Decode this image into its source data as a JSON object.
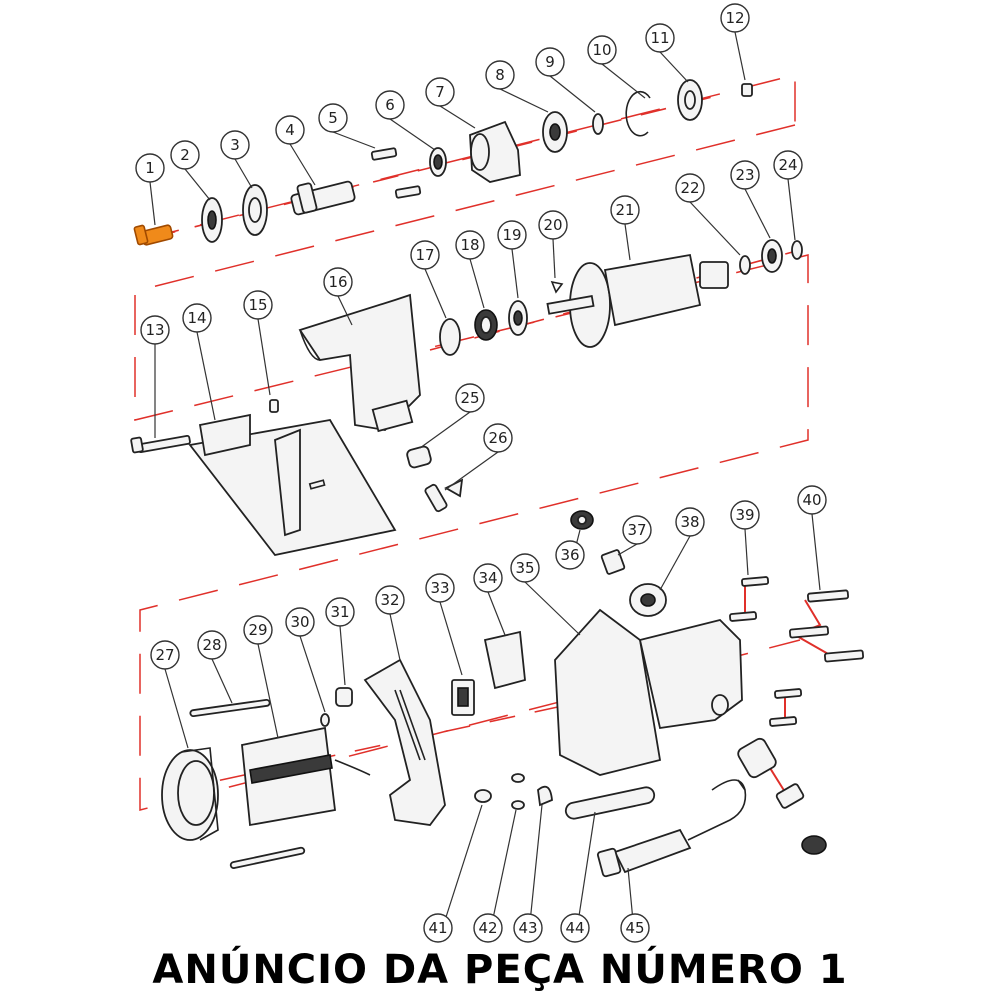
{
  "caption": "ANÚNCIO DA PEÇA NÚMERO 1",
  "highlighted_part": "1",
  "colors": {
    "highlight": "#f08a1a",
    "axis": "#e0302a",
    "ink": "#222222"
  },
  "callouts": [
    "1",
    "2",
    "3",
    "4",
    "5",
    "6",
    "7",
    "8",
    "9",
    "10",
    "11",
    "12",
    "13",
    "14",
    "15",
    "16",
    "17",
    "18",
    "19",
    "20",
    "21",
    "22",
    "23",
    "24",
    "25",
    "26",
    "27",
    "28",
    "29",
    "30",
    "31",
    "32",
    "33",
    "34",
    "35",
    "36",
    "37",
    "38",
    "39",
    "40",
    "41",
    "42",
    "43",
    "44",
    "45"
  ]
}
